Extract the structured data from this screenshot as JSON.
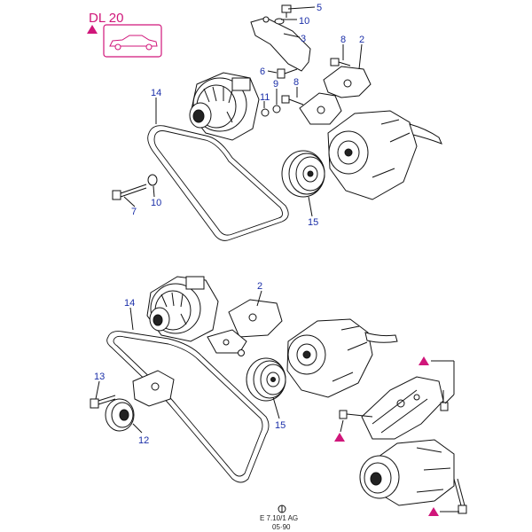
{
  "header": {
    "code": "DL 20"
  },
  "colors": {
    "accent": "#d0167a",
    "callout": "#1a2ea8",
    "line": "#111111"
  },
  "callouts_top": [
    "5",
    "10",
    "3",
    "8",
    "2",
    "6",
    "11",
    "9",
    "8",
    "14",
    "7",
    "10",
    "15"
  ],
  "callouts_bottom": [
    "14",
    "2",
    "13",
    "12",
    "15"
  ],
  "footer": {
    "ref": "E 7.10/1 AG",
    "date": "05·90"
  },
  "markers": {
    "icon": "triangle-marker-icon",
    "count": 4
  }
}
